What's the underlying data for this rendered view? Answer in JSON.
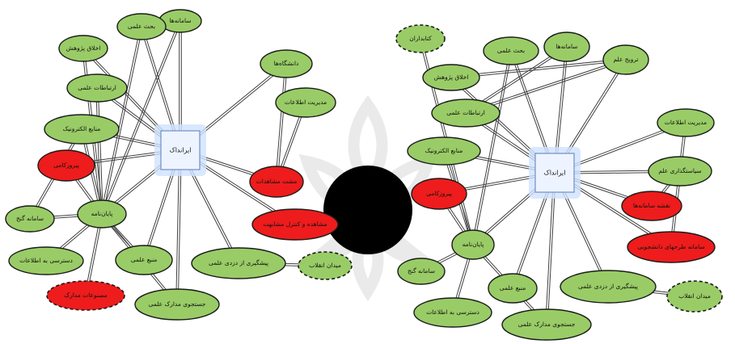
{
  "diagrams": [
    {
      "hub": {
        "label": "ایرانداک"
      },
      "nodes": {
        "samaneh": {
          "label": "سامانه‌ها",
          "color": "green"
        },
        "bahs": {
          "label": "بحث علمی",
          "color": "green"
        },
        "akhlagh": {
          "label": "اخلاق پژوهش",
          "color": "green"
        },
        "ertebat": {
          "label": "ارتباطات علمی",
          "color": "green"
        },
        "manabe": {
          "label": "منابع الکترونیک",
          "color": "green"
        },
        "pishvazi": {
          "label": "پیروزکامی",
          "color": "red"
        },
        "samaneh_ganj": {
          "label": "سامانه گنج",
          "color": "green"
        },
        "payannameh": {
          "label": "پایان‌نامه",
          "color": "green"
        },
        "dastrasi": {
          "label": "دسترسی به اطلاعات",
          "color": "green"
        },
        "mostakhraj": {
          "label": "مصنوعات مدارک",
          "color": "red",
          "dashed": true
        },
        "manba": {
          "label": "منبع علمی",
          "color": "green"
        },
        "jostojoo": {
          "label": "جستجوی مدارک علمی",
          "color": "green"
        },
        "pishgiri": {
          "label": "پیشگیری از دزدی علمی",
          "color": "green"
        },
        "meydan": {
          "label": "میدان انقلاب",
          "color": "green",
          "dashed": true
        },
        "daneshgah": {
          "label": "دانشگاه‌ها",
          "color": "green"
        },
        "modiriat": {
          "label": "مدیریت اطلاعات",
          "color": "green"
        },
        "red1": {
          "label": "مشت مشاهدات",
          "color": "red"
        },
        "red2": {
          "label": "مشاهده و کنترل مشابهت",
          "color": "red"
        }
      }
    },
    {
      "hub": {
        "label": "ایرانداک"
      },
      "nodes": {
        "ketabdaran": {
          "label": "کتابداران",
          "color": "green",
          "dashed": true
        },
        "akhlagh": {
          "label": "اخلاق پژوهش",
          "color": "green"
        },
        "bahs": {
          "label": "بحث علمی",
          "color": "green"
        },
        "samaneh": {
          "label": "سامانه‌ها",
          "color": "green"
        },
        "tarvij": {
          "label": "ترویج علم",
          "color": "green"
        },
        "ertebat": {
          "label": "ارتباطات علمی",
          "color": "green"
        },
        "manabe": {
          "label": "منابع الکترونیک",
          "color": "green"
        },
        "modiriat": {
          "label": "مدیریت اطلاعات",
          "color": "green"
        },
        "siasat": {
          "label": "سیاستگذاری علم",
          "color": "green"
        },
        "pishvazi": {
          "label": "پیروزکامی",
          "color": "red"
        },
        "red1": {
          "label": "نقشه سامانه‌ها",
          "color": "red"
        },
        "payannameh": {
          "label": "پایان‌نامه",
          "color": "green"
        },
        "samaneh_ganj": {
          "label": "سامانه گنج",
          "color": "green"
        },
        "red2": {
          "label": "سامانه طرحهای دانشجویی",
          "color": "red"
        },
        "manba": {
          "label": "منبع علمی",
          "color": "green"
        },
        "pishgiri": {
          "label": "پیشگیری از دزدی علمی",
          "color": "green"
        },
        "meydan": {
          "label": "میدان انقلاب",
          "color": "green",
          "dashed": true
        },
        "dastrasi": {
          "label": "دسترسی به اطلاعات",
          "color": "green"
        },
        "jostojoo": {
          "label": "جستجوی مدارک علمی",
          "color": "green"
        }
      }
    }
  ]
}
